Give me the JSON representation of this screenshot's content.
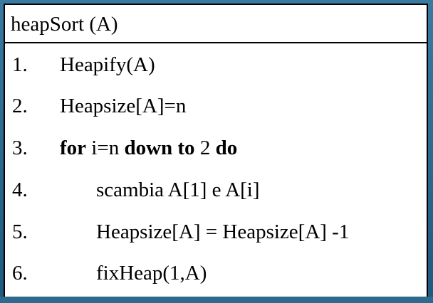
{
  "header": {
    "title": "heapSort (A)"
  },
  "lines": [
    {
      "num": "1.",
      "parts": [
        {
          "text": "Heapify(A)",
          "bold": false
        }
      ]
    },
    {
      "num": "2.",
      "parts": [
        {
          "text": "Heapsize[A]=n",
          "bold": false
        }
      ]
    },
    {
      "num": "3.",
      "parts": [
        {
          "text": "for",
          "bold": true
        },
        {
          "text": " i=n ",
          "bold": false
        },
        {
          "text": "down to",
          "bold": true
        },
        {
          "text": " 2 ",
          "bold": false
        },
        {
          "text": "do",
          "bold": true
        }
      ]
    },
    {
      "num": "4.",
      "parts": [
        {
          "text": "scambia A[1] e A[i]",
          "bold": false
        }
      ]
    },
    {
      "num": "5.",
      "parts": [
        {
          "text": "Heapsize[A] = Heapsize[A] -1",
          "bold": false
        }
      ]
    },
    {
      "num": "6.",
      "parts": [
        {
          "text": "fixHeap(1,A)",
          "bold": false
        }
      ]
    }
  ],
  "colors": {
    "background": "#2e6a8e",
    "panel": "#ffffff",
    "text": "#000000"
  }
}
